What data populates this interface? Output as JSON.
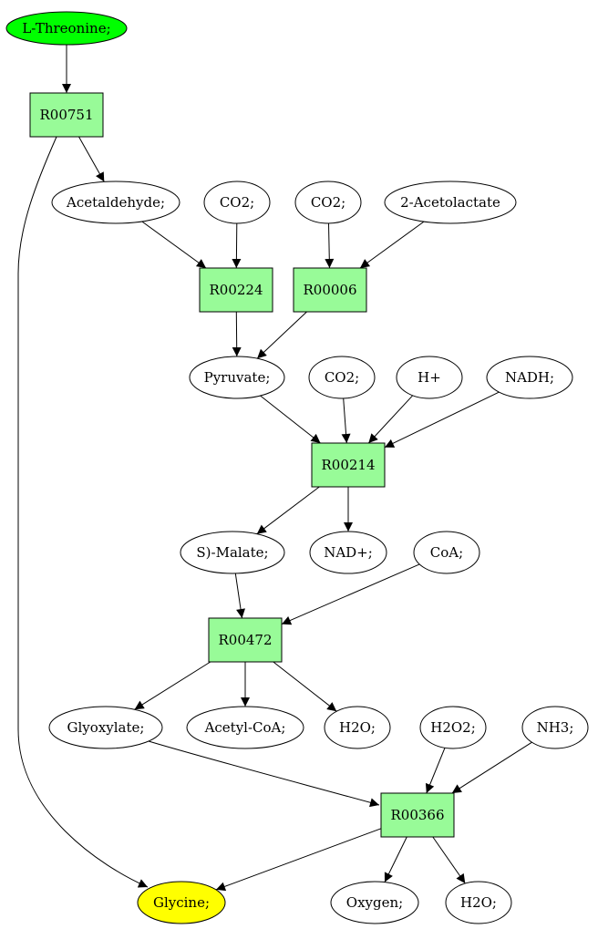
{
  "colors": {
    "start_fill": "#00ff00",
    "end_fill": "#ffff00",
    "reaction_fill": "#98fb98",
    "compound_fill": "#ffffff",
    "stroke": "#000000"
  },
  "nodes": [
    {
      "id": "l-threonine",
      "label": "L-Threonine;",
      "kind": "start"
    },
    {
      "id": "r00751",
      "label": "R00751",
      "kind": "reaction"
    },
    {
      "id": "acetaldehyde",
      "label": "Acetaldehyde;",
      "kind": "compound"
    },
    {
      "id": "co2-a",
      "label": "CO2;",
      "kind": "compound"
    },
    {
      "id": "co2-b",
      "label": "CO2;",
      "kind": "compound"
    },
    {
      "id": "acetolactate",
      "label": "2-Acetolactate",
      "kind": "compound"
    },
    {
      "id": "r00224",
      "label": "R00224",
      "kind": "reaction"
    },
    {
      "id": "r00006",
      "label": "R00006",
      "kind": "reaction"
    },
    {
      "id": "pyruvate",
      "label": "Pyruvate;",
      "kind": "compound"
    },
    {
      "id": "co2-c",
      "label": "CO2;",
      "kind": "compound"
    },
    {
      "id": "hplus",
      "label": "H+",
      "kind": "compound"
    },
    {
      "id": "nadh",
      "label": "NADH;",
      "kind": "compound"
    },
    {
      "id": "r00214",
      "label": "R00214",
      "kind": "reaction"
    },
    {
      "id": "malate",
      "label": "S)-Malate;",
      "kind": "compound"
    },
    {
      "id": "nadplus",
      "label": "NAD+;",
      "kind": "compound"
    },
    {
      "id": "coa",
      "label": "CoA;",
      "kind": "compound"
    },
    {
      "id": "r00472",
      "label": "R00472",
      "kind": "reaction"
    },
    {
      "id": "glyoxylate",
      "label": "Glyoxylate;",
      "kind": "compound"
    },
    {
      "id": "acetylcoa",
      "label": "Acetyl-CoA;",
      "kind": "compound"
    },
    {
      "id": "h2o-a",
      "label": "H2O;",
      "kind": "compound"
    },
    {
      "id": "h2o2",
      "label": "H2O2;",
      "kind": "compound"
    },
    {
      "id": "nh3",
      "label": "NH3;",
      "kind": "compound"
    },
    {
      "id": "r00366",
      "label": "R00366",
      "kind": "reaction"
    },
    {
      "id": "glycine",
      "label": "Glycine;",
      "kind": "end"
    },
    {
      "id": "oxygen",
      "label": "Oxygen;",
      "kind": "compound"
    },
    {
      "id": "h2o-b",
      "label": "H2O;",
      "kind": "compound"
    }
  ],
  "edges": [
    {
      "from": "l-threonine",
      "to": "r00751"
    },
    {
      "from": "r00751",
      "to": "acetaldehyde"
    },
    {
      "from": "r00751",
      "to": "glycine"
    },
    {
      "from": "acetaldehyde",
      "to": "r00224"
    },
    {
      "from": "co2-a",
      "to": "r00224"
    },
    {
      "from": "co2-b",
      "to": "r00006"
    },
    {
      "from": "acetolactate",
      "to": "r00006"
    },
    {
      "from": "r00224",
      "to": "pyruvate"
    },
    {
      "from": "r00006",
      "to": "pyruvate"
    },
    {
      "from": "pyruvate",
      "to": "r00214"
    },
    {
      "from": "co2-c",
      "to": "r00214"
    },
    {
      "from": "hplus",
      "to": "r00214"
    },
    {
      "from": "nadh",
      "to": "r00214"
    },
    {
      "from": "r00214",
      "to": "malate"
    },
    {
      "from": "r00214",
      "to": "nadplus"
    },
    {
      "from": "malate",
      "to": "r00472"
    },
    {
      "from": "coa",
      "to": "r00472"
    },
    {
      "from": "r00472",
      "to": "glyoxylate"
    },
    {
      "from": "r00472",
      "to": "acetylcoa"
    },
    {
      "from": "r00472",
      "to": "h2o-a"
    },
    {
      "from": "glyoxylate",
      "to": "r00366"
    },
    {
      "from": "h2o2",
      "to": "r00366"
    },
    {
      "from": "nh3",
      "to": "r00366"
    },
    {
      "from": "r00366",
      "to": "glycine"
    },
    {
      "from": "r00366",
      "to": "oxygen"
    },
    {
      "from": "r00366",
      "to": "h2o-b"
    }
  ]
}
